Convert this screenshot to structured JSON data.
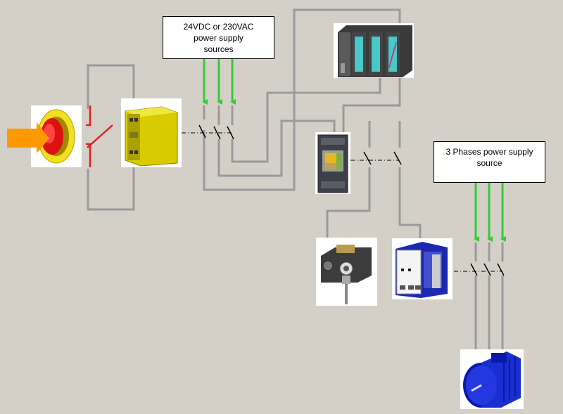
{
  "labels": {
    "dc_supply": [
      "24VDC or 230VAC",
      "power supply",
      "sources"
    ],
    "three_phase": [
      "3 Phases power supply",
      "source"
    ]
  },
  "colors": {
    "background": "#d4d0c8",
    "wire": "#9a9a9a",
    "supply_arrow": "#33cc33",
    "push_arrow": "#ff9900",
    "stop_button": "#dd1111",
    "safety_relay": "#d8cc00",
    "motor": "#1a2fd0",
    "emergency_contact": "#dd2222"
  },
  "icons": [
    "emergency-stop-button-icon",
    "safety-relay-icon",
    "plc-icon",
    "relay-icon",
    "limit-switch-icon",
    "contactor-icon",
    "motor-icon"
  ]
}
